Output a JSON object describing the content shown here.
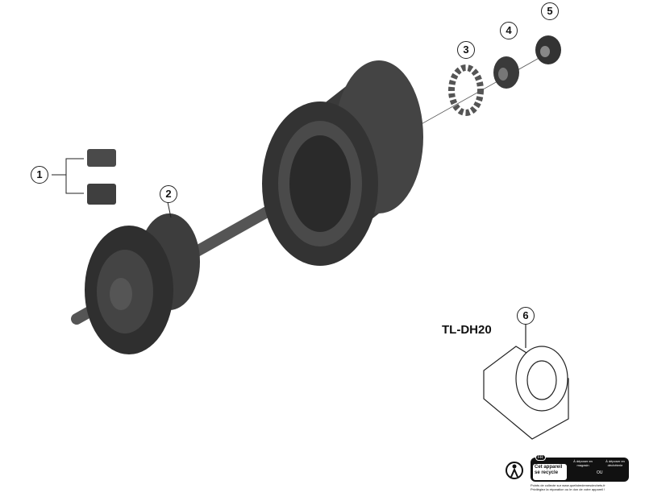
{
  "callouts": [
    "1",
    "2",
    "3",
    "4",
    "5",
    "6"
  ],
  "tool_label": "TL-DH20",
  "recycle_label": {
    "country": "FR",
    "main": "Cet appareil se recycle",
    "option_1": "À déposer en magasin",
    "separator": "OU",
    "option_2": "À déposer en déchèterie",
    "footer_1": "Points de collecte sur www.quefairedemesdechets.fr",
    "footer_2": "Privilégiez la réparation ou le don de votre appareil !"
  }
}
